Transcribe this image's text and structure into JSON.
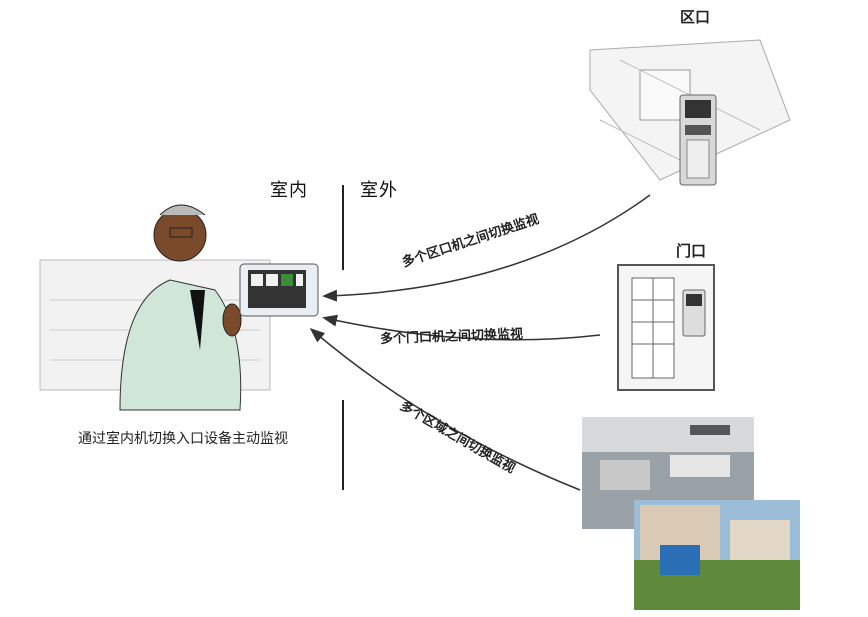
{
  "labels": {
    "indoor": "室内",
    "outdoor": "室外",
    "district_gate": "区口",
    "door": "门口",
    "caption": "通过室内机切换入口设备主动监视",
    "arrow_district": "多个区口机之间切换监视",
    "arrow_door": "多个门口机之间切换监视",
    "arrow_area": "多个区域之间切换监视"
  },
  "colors": {
    "line": "#222222",
    "arrow": "#333333",
    "screen_green": "#3b8c3b",
    "skin": "#7a4a2a",
    "coat": "#cfe6d8"
  },
  "icons": {
    "monitor": "indoor-monitor-icon",
    "person": "man-using-monitor-illustration",
    "district": "residential-district-illustration",
    "door": "door-with-intercom-illustration",
    "cameras": "surveillance-camera-photos"
  }
}
